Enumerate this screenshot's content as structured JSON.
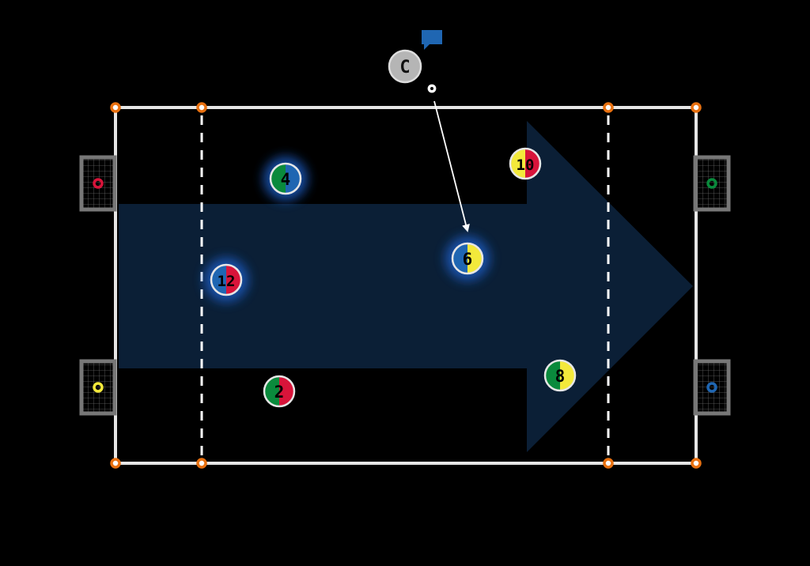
{
  "coach": {
    "label": "C",
    "color": "#b5b5b5"
  },
  "colors": {
    "green": "#0a8a3c",
    "blue": "#1f66b2",
    "red": "#d8143a",
    "yellow": "#f3e93b",
    "arrow": "#0b1f36",
    "cone": "#e8700f",
    "bubble": "#1f66b2"
  },
  "players": [
    {
      "number": "4",
      "left": "green",
      "right": "blue",
      "highlighted": true
    },
    {
      "number": "10",
      "left": "yellow",
      "right": "red",
      "highlighted": false
    },
    {
      "number": "12",
      "left": "blue",
      "right": "red",
      "highlighted": true
    },
    {
      "number": "6",
      "left": "blue",
      "right": "yellow",
      "highlighted": true
    },
    {
      "number": "2",
      "left": "green",
      "right": "red",
      "highlighted": false
    },
    {
      "number": "8",
      "left": "green",
      "right": "yellow",
      "highlighted": false
    }
  ],
  "goals": [
    {
      "side": "left-top",
      "marker": "red"
    },
    {
      "side": "left-bottom",
      "marker": "yellow"
    },
    {
      "side": "right-top",
      "marker": "green"
    },
    {
      "side": "right-bottom",
      "marker": "blue"
    }
  ]
}
